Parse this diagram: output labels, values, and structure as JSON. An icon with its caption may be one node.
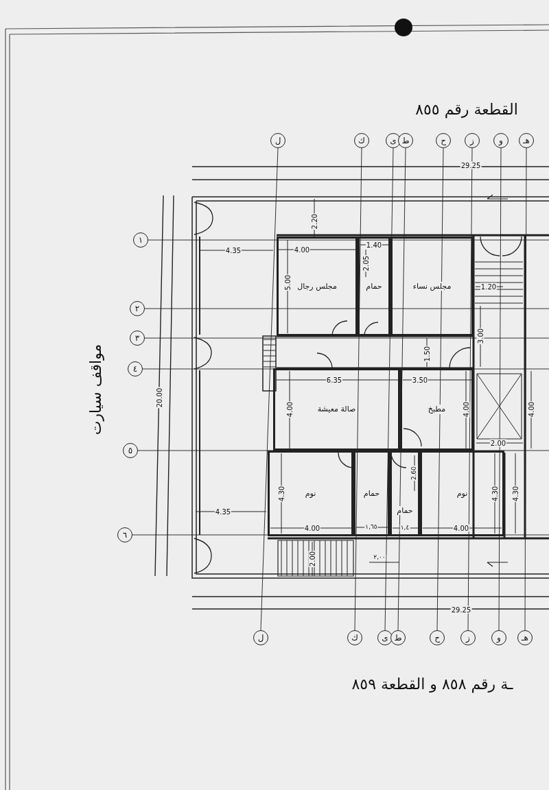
{
  "diagram": {
    "nodes": [
      {
        "text": [
          "مجلس رجال"
        ]
      },
      {
        "text": [
          "حمام"
        ]
      },
      {
        "text": [
          "مجلس نساء"
        ]
      },
      {
        "text": [
          "صالة معيشة"
        ]
      },
      {
        "text": [
          "مطبخ"
        ]
      },
      {
        "text": [
          "نوم"
        ]
      },
      {
        "text": [
          "حمام"
        ]
      },
      {
        "text": [
          "حمام"
        ]
      },
      {
        "text": [
          "نوم"
        ]
      },
      {
        "text": [
          "ل"
        ]
      },
      {
        "text": [
          "ك"
        ]
      },
      {
        "text": [
          "ى"
        ]
      },
      {
        "text": [
          "ط"
        ]
      },
      {
        "text": [
          "ح"
        ]
      },
      {
        "text": [
          "ز"
        ]
      },
      {
        "text": [
          "و"
        ]
      },
      {
        "text": [
          "هـ"
        ]
      },
      {
        "text": [
          "ل"
        ]
      },
      {
        "text": [
          "ك"
        ]
      },
      {
        "text": [
          "ى"
        ]
      },
      {
        "text": [
          "ط"
        ]
      },
      {
        "text": [
          "ح"
        ]
      },
      {
        "text": [
          "ز"
        ]
      },
      {
        "text": [
          "و"
        ]
      },
      {
        "text": [
          "هـ"
        ]
      },
      {
        "text": [
          "١"
        ]
      },
      {
        "text": [
          "٢"
        ]
      },
      {
        "text": [
          "٣"
        ]
      },
      {
        "text": [
          "٤"
        ]
      },
      {
        "text": [
          "٥"
        ]
      },
      {
        "text": [
          "٦"
        ]
      }
    ],
    "labels": [
      "القطعة رقم ٨٥٥",
      "29.25",
      "2.20",
      "4.35",
      "4.00",
      "1.40",
      "2.05",
      "5.00",
      "1.20",
      "مواقف سيارت",
      "3.00",
      "1.50",
      "6.35",
      "3.50",
      "20.00",
      "4.00",
      "4.00",
      "4.00",
      "2.00",
      "4.30",
      "2.60",
      "4.30",
      "4.30",
      "4.35",
      "4.00",
      "١,٦٥",
      "١,٤",
      "4.00",
      "2.00",
      "٢,٠٠",
      "29.25",
      "ـة رقم ٨٥٨ و القطعة ٨٥٩"
    ]
  }
}
